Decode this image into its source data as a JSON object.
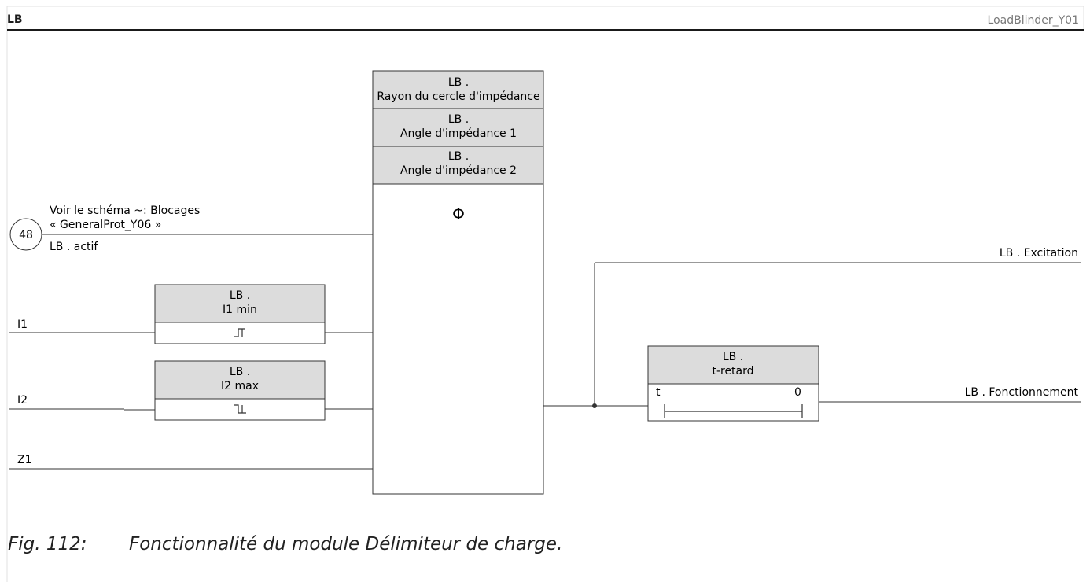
{
  "header": {
    "title": "LB",
    "reference": "LoadBlinder_Y01"
  },
  "main_block": {
    "params": [
      {
        "line1": "LB .",
        "line2": "Rayon du cercle d'impédance"
      },
      {
        "line1": "LB .",
        "line2": "Angle d'impédance 1"
      },
      {
        "line1": "LB .",
        "line2": "Angle d'impédance 2"
      }
    ],
    "symbol": "Φ"
  },
  "block_ref": {
    "number": "48",
    "label1": "Voir le schéma ~: Blocages",
    "label2": "« GeneralProt_Y06 »",
    "signal": "LB . actif"
  },
  "inputs": {
    "i1": "I1",
    "i2": "I2",
    "z1": "Z1"
  },
  "threshold_blocks": [
    {
      "line1": "LB .",
      "line2": "I1 min"
    },
    {
      "line1": "LB .",
      "line2": "I2 max"
    }
  ],
  "timer": {
    "line1": "LB .",
    "line2": "t-retard",
    "t_label": "t",
    "zero_label": "0"
  },
  "outputs": {
    "excitation": "LB . Excitation",
    "fonctionnement": "LB . Fonctionnement"
  },
  "caption": {
    "number": "Fig. 112:",
    "text": "Fonctionnalité du module Délimiteur de charge."
  }
}
